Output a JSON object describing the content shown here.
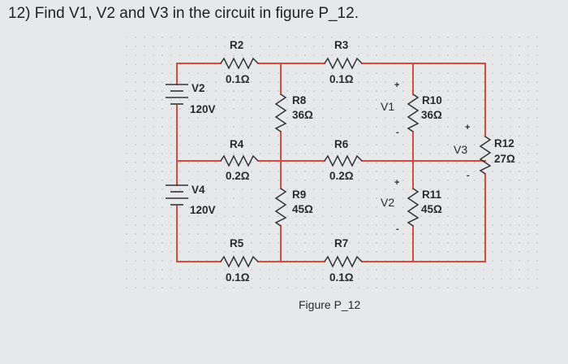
{
  "question": "12) Find V1, V2 and V3 in the circuit in figure P_12.",
  "figure_caption": "Figure P_12",
  "colors": {
    "wire": "#d84a3c",
    "component": "#333333",
    "background": "#e7e8ea",
    "grid_dot": "#b9bcc2"
  },
  "components": {
    "R2": {
      "label": "R2",
      "value": "0.1Ω"
    },
    "R3": {
      "label": "R3",
      "value": "0.1Ω"
    },
    "R4": {
      "label": "R4",
      "value": "0.2Ω"
    },
    "R5": {
      "label": "R5",
      "value": "0.1Ω"
    },
    "R6": {
      "label": "R6",
      "value": "0.2Ω"
    },
    "R7": {
      "label": "R7",
      "value": "0.1Ω"
    },
    "R8": {
      "label": "R8",
      "value": "36Ω"
    },
    "R9": {
      "label": "R9",
      "value": "45Ω"
    },
    "R10": {
      "label": "R10",
      "value": "36Ω"
    },
    "R11": {
      "label": "R11",
      "value": "45Ω"
    },
    "R12": {
      "label": "R12",
      "value": "27Ω"
    },
    "V2": {
      "label": "V2",
      "value": "120V"
    },
    "V4": {
      "label": "V4",
      "value": "120V"
    }
  },
  "probes": {
    "V1": {
      "label": "V1",
      "plus": "+",
      "minus": "-"
    },
    "V2": {
      "label": "V2",
      "plus": "+",
      "minus": "-"
    },
    "V3": {
      "label": "V3",
      "plus": "+",
      "minus": "-"
    }
  }
}
